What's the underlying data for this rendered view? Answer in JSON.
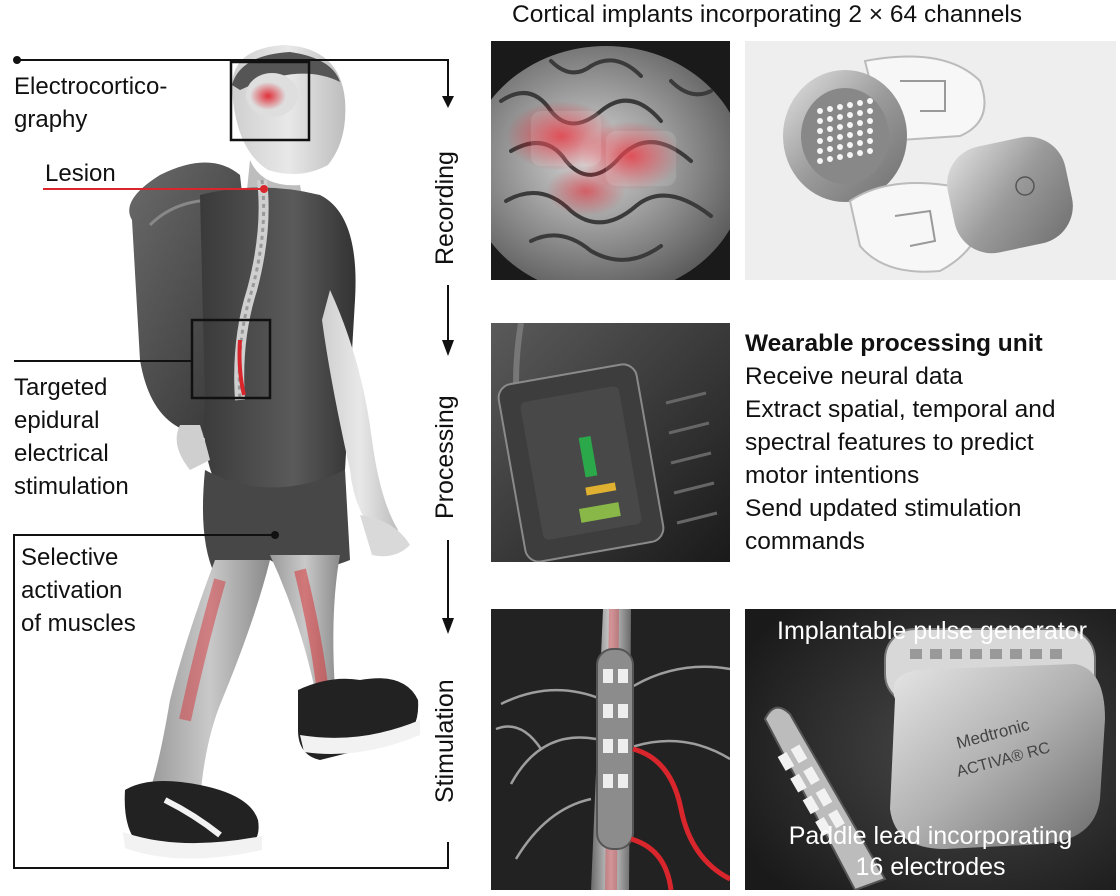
{
  "header": {
    "title": "Cortical implants incorporating 2 × 64 channels"
  },
  "labels": {
    "ecog_line1": "Electrocortico-",
    "ecog_line2": "graphy",
    "lesion": "Lesion",
    "stim_line1": "Targeted",
    "stim_line2": "epidural",
    "stim_line3": "electrical",
    "stim_line4": "stimulation",
    "muscle_line1": "Selective",
    "muscle_line2": "activation",
    "muscle_line3": "of muscles"
  },
  "stages": {
    "recording": "Recording",
    "processing": "Processing",
    "stimulation": "Stimulation"
  },
  "wearable": {
    "heading": "Wearable processing unit",
    "lines": [
      "Receive neural data",
      "Extract spatial, temporal and",
      "spectral features to predict",
      "motor intentions",
      "Send updated stimulation",
      "commands"
    ]
  },
  "ipg": {
    "title": "Implantable pulse generator",
    "device_brand": "Medtronic",
    "device_model": "ACTIVA® RC",
    "lead_line1": "Paddle lead incorporating",
    "lead_line2": "16 electrodes"
  },
  "colors": {
    "accent_red": "#d8262c",
    "line_black": "#111111"
  }
}
